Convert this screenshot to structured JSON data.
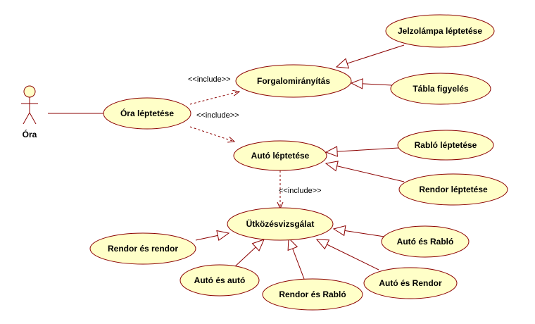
{
  "actor": {
    "name": "Óra"
  },
  "use_cases": {
    "ora_leptetese": "Óra léptetése",
    "forgalomiranyitas": "Forgalomirányítás",
    "jelzolampa_leptetese": "Jelzolámpa léptetése",
    "tabla_figyeles": "Tábla figyelés",
    "auto_leptetese": "Autó léptetése",
    "rablo_leptetese": "Rabló léptetése",
    "rendor_leptetese": "Rendor léptetése",
    "utkozesvizsgalat": "Ütközésvizsgálat",
    "rendor_es_rendor": "Rendor és rendor",
    "auto_es_auto": "Autó és autó",
    "rendor_es_rablo": "Rendor és Rabló",
    "auto_es_rendor": "Autó és Rendor",
    "auto_es_rablo": "Autó és Rabló"
  },
  "include_labels": {
    "to_forgalomiranyitas": "<<include>>",
    "to_auto_leptetese": "<<include>>",
    "to_utkozesvizsgalat": "<<include>>"
  },
  "colors": {
    "ellipse_fill": "#ffffc8",
    "line_color": "#8b0000",
    "background": "#ffffff"
  }
}
